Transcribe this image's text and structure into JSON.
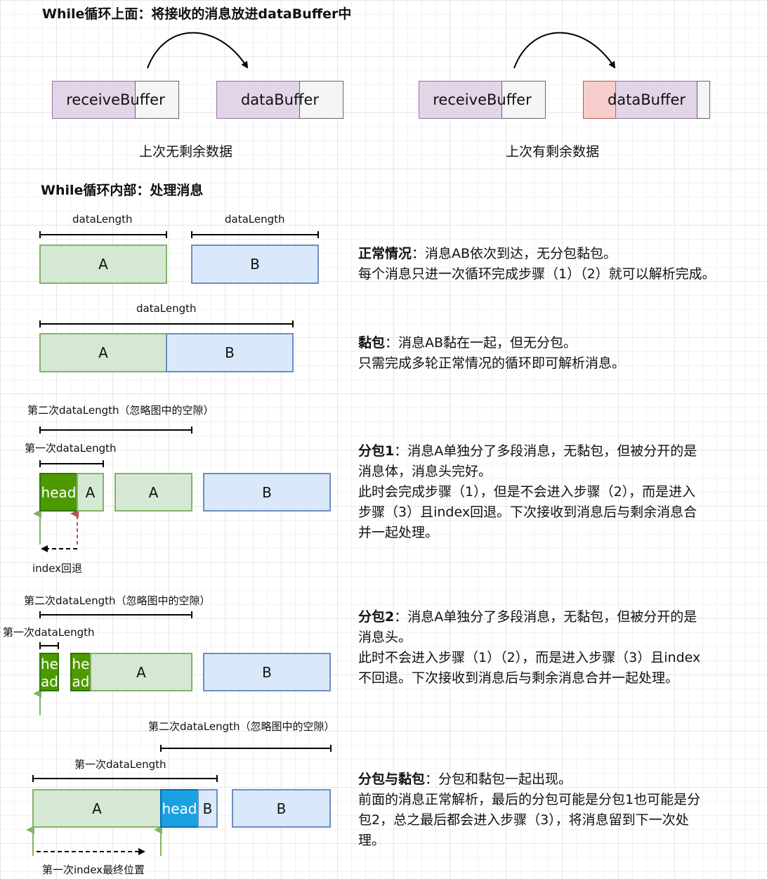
{
  "headings": {
    "top": "While循环上面：将接收的消息放进dataBuffer中",
    "inner": "While循环内部：处理消息"
  },
  "buffers": {
    "receive_label": "receiveBuffer",
    "data_label": "dataBuffer",
    "left_caption": "上次无剩余数据",
    "right_caption": "上次有剩余数据"
  },
  "labels": {
    "data_length": "dataLength",
    "second_data_length": "第二次dataLength（忽略图中的空隙）",
    "first_data_length": "第一次dataLength",
    "index_back": "index回退",
    "first_index_final": "第一次index最终位置",
    "a": "A",
    "b": "B",
    "head": "head",
    "he": "he",
    "ad": "ad"
  },
  "descriptions": {
    "normal": {
      "title": "正常情况",
      "lines": [
        "：消息AB依次到达，无分包黏包。",
        "每个消息只进一次循环完成步骤（1）（2）就可以解析完成。"
      ]
    },
    "sticky": {
      "title": "黏包",
      "lines": [
        "：消息AB黏在一起，但无分包。",
        "只需完成多轮正常情况的循环即可解析消息。"
      ]
    },
    "split1": {
      "title": "分包1",
      "lines": [
        "：消息A单独分了多段消息，无黏包，但被分开的是",
        "消息体，消息头完好。",
        "此时会完成步骤（1），但是不会进入步骤（2），而是进入",
        "步骤（3）且index回退。下次接收到消息后与剩余消息合",
        "并一起处理。"
      ]
    },
    "split2": {
      "title": "分包2",
      "lines": [
        "：消息A单独分了多段消息，无黏包，但被分开的是",
        "消息头。",
        "此时不会进入步骤（1）（2），而是进入步骤（3）且index",
        "不回退。下次接收到消息后与剩余消息合并一起处理。"
      ]
    },
    "mixed": {
      "title": "分包与黏包",
      "lines": [
        "：分包和黏包一起出现。",
        "前面的消息正常解析，最后的分包可能是分包1也可能是分",
        "包2，总之最后都会进入步骤（3），将消息留到下一次处",
        "理。"
      ]
    }
  },
  "colors": {
    "green_light": "#d5e8d4",
    "blue_light": "#dae8fc",
    "purple": "#e1d5e7",
    "pink": "#f8cecc",
    "head_dark": "#4d9900",
    "head_blue": "#1ba1e2",
    "arrow_green": "#82b366",
    "arrow_red": "#b85450"
  }
}
